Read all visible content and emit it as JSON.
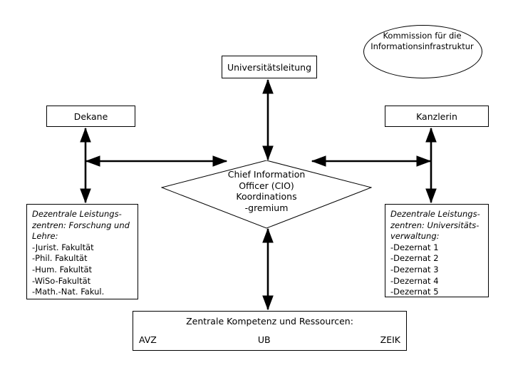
{
  "diagram": {
    "title_box": {
      "label": "Universitätsleitung"
    },
    "commission_ellipse": {
      "label": "Kommission für die Informationsinfrastruktur"
    },
    "left_role_box": {
      "label": "Dekane"
    },
    "right_role_box": {
      "label": "Kanzlerin"
    },
    "center_node": {
      "line1": "Chief Information",
      "line2": "Officer (CIO)",
      "line3": "Koordinations",
      "line4": "-gremium"
    },
    "left_detail_box": {
      "heading_line1": "Dezentrale Leistungs-",
      "heading_line2": "zentren: Forschung und",
      "heading_line3": "Lehre:",
      "items": [
        "-Jurist. Fakultät",
        "-Phil. Fakultät",
        "-Hum. Fakultät",
        "-WiSo-Fakultät",
        "-Math.-Nat. Fakul."
      ]
    },
    "right_detail_box": {
      "heading_line1": "Dezentrale Leistungs-",
      "heading_line2": "zentren: Universitäts-",
      "heading_line3": "verwaltung:",
      "items": [
        "-Dezernat 1",
        "-Dezernat 2",
        "-Dezernat 3",
        "-Dezernat 4",
        "-Dezernat 5"
      ]
    },
    "bottom_box": {
      "title": "Zentrale Kompetenz und Ressourcen:",
      "units": [
        "AVZ",
        "UB",
        "ZEIK"
      ]
    },
    "colors": {
      "stroke": "#000000",
      "fill": "#ffffff",
      "text": "#000000"
    }
  }
}
